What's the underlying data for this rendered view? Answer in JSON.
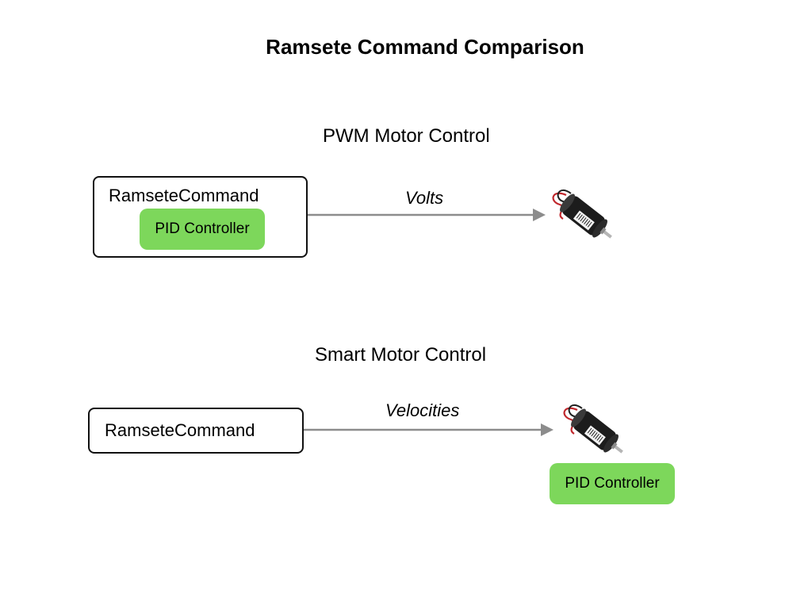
{
  "title": "Ramsete Command Comparison",
  "pwm": {
    "heading": "PWM Motor Control",
    "box_label": "RamseteCommand",
    "controller_label": "PID Controller",
    "arrow_label": "Volts"
  },
  "smart": {
    "heading": "Smart Motor Control",
    "box_label": "RamseteCommand",
    "arrow_label": "Velocities",
    "controller_label": "PID Controller"
  },
  "colors": {
    "pid_green": "#7dd75b",
    "arrow_gray": "#8c8c8c",
    "motor_body": "#1c1c1c",
    "wire_red": "#c0282d"
  },
  "icons": [
    "motor-icon",
    "motor-icon"
  ]
}
